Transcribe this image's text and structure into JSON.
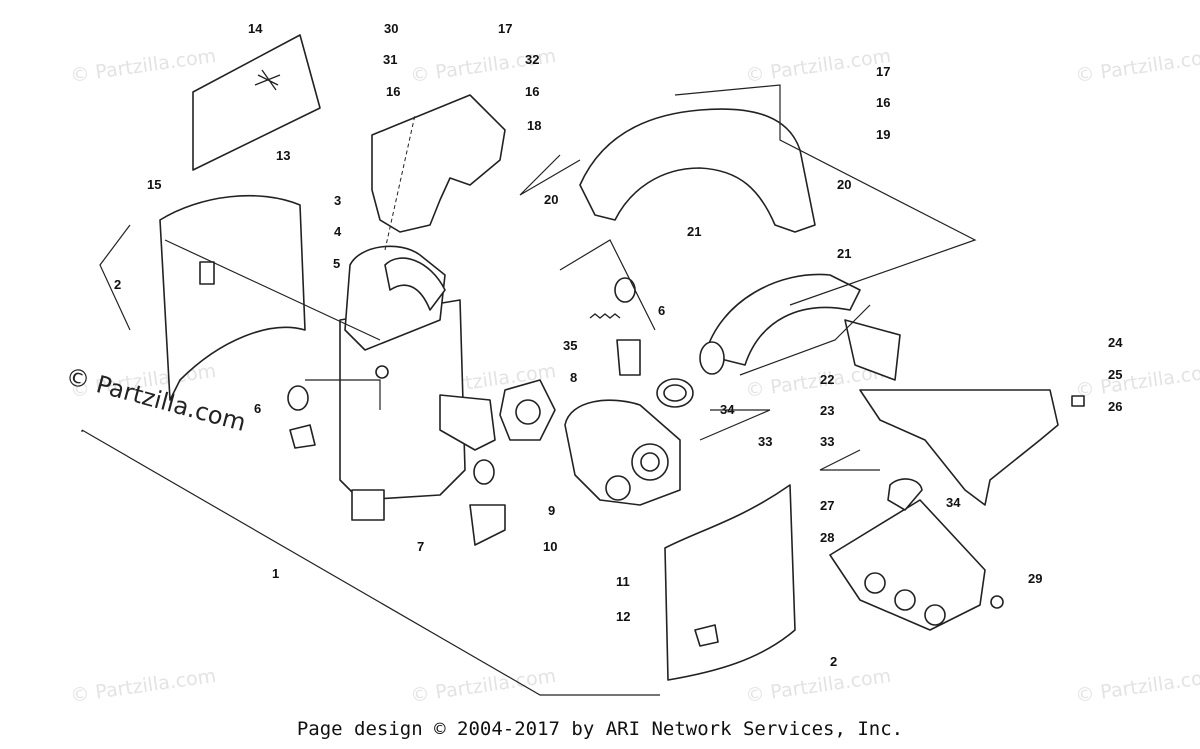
{
  "watermark": "© Partzilla.com",
  "brand_label": "© Partzilla.com",
  "footer": "Page design © 2004-2017 by ARI Network Services, Inc.",
  "callouts": {
    "c14": "14",
    "c30": "30",
    "c17a": "17",
    "c31": "31",
    "c32": "32",
    "c16a": "16",
    "c16b": "16",
    "c18": "18",
    "c13": "13",
    "c15": "15",
    "c3": "3",
    "c4": "4",
    "c2a": "2",
    "c5": "5",
    "c6a": "6",
    "c6b": "6",
    "c35": "35",
    "c8": "8",
    "c9": "9",
    "c7": "7",
    "c10": "10",
    "c1": "1",
    "c17b": "17",
    "c16c": "16",
    "c19": "19",
    "c20a": "20",
    "c20b": "20",
    "c21a": "21",
    "c21b": "21",
    "c22": "22",
    "c23": "23",
    "c24": "24",
    "c25": "25",
    "c26": "26",
    "c33a": "33",
    "c33b": "33",
    "c34a": "34",
    "c34b": "34",
    "c27": "27",
    "c28": "28",
    "c29": "29",
    "c11": "11",
    "c12": "12",
    "c2b": "2"
  }
}
